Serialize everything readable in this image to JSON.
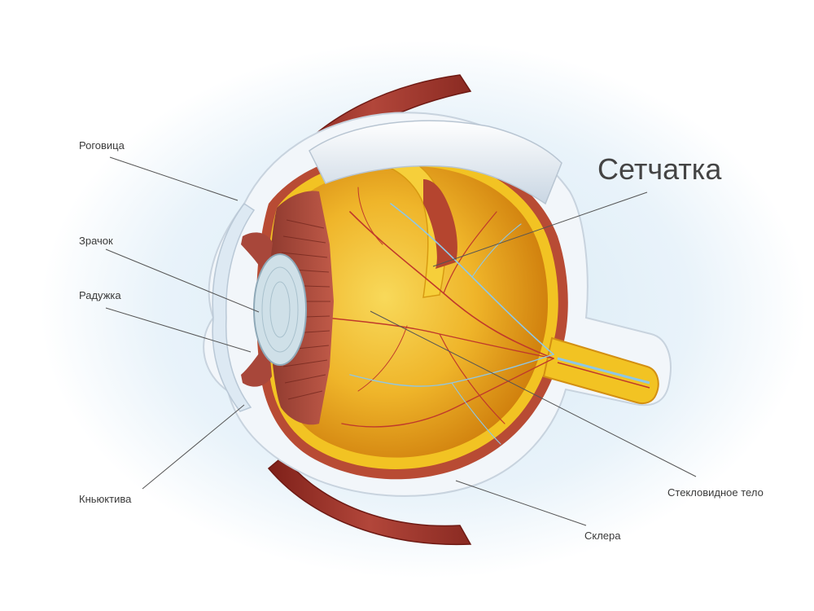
{
  "labels": {
    "cornea": "Роговица",
    "pupil": "Зрачок",
    "iris": "Радужка",
    "conjunctiva": "Кньюктива",
    "retina": "Сетчатка",
    "vitreous": "Стекловидное тело",
    "sclera": "Склера"
  },
  "colors": {
    "background_glow": "#dcecf6",
    "sclera": "#e8eef5",
    "retina_yellow": "#f4c02a",
    "vitreous_core": "#f6d24a",
    "vitreous_edge": "#d78c10",
    "muscle": "#9c2e24",
    "iris": "#a8473a",
    "lens": "#cfe0e8",
    "vessel_red": "#c0392b",
    "vessel_blue": "#8ec7e6",
    "leader_line": "#555555"
  }
}
